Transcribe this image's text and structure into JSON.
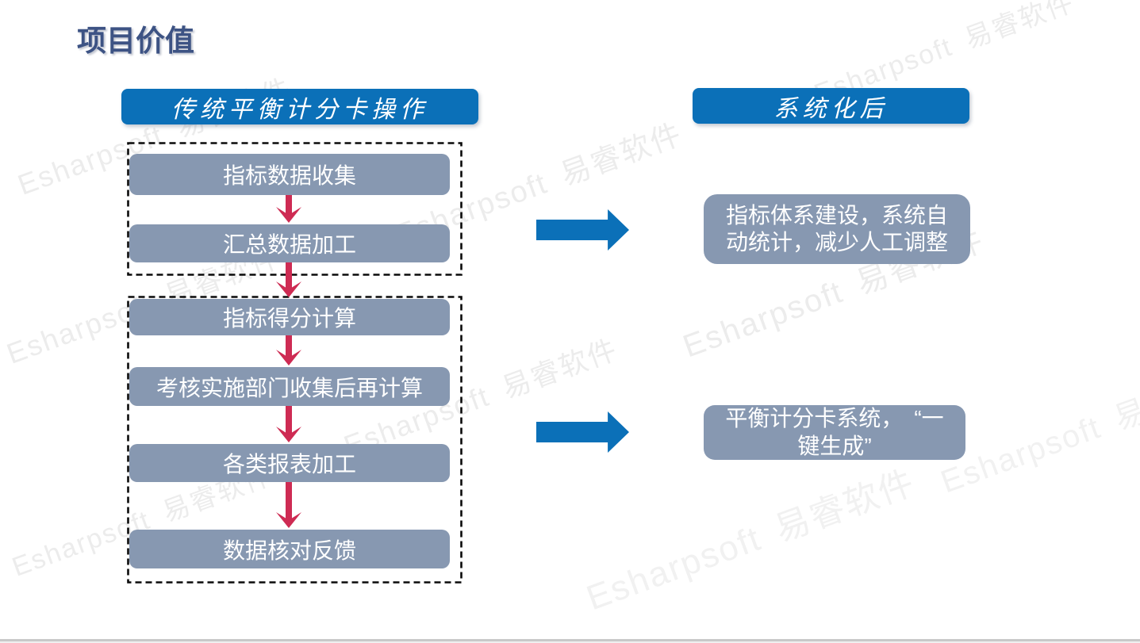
{
  "title": "项目价值",
  "watermark": {
    "text": "Esharpsoft 易睿软件"
  },
  "left_panel": {
    "header": "传统平衡计分卡操作",
    "groups": [
      {
        "steps": [
          "指标数据收集",
          "汇总数据加工"
        ]
      },
      {
        "steps": [
          "指标得分计算",
          "考核实施部门收集后再计算",
          "各类报表加工",
          "数据核对反馈"
        ]
      }
    ]
  },
  "right_panel": {
    "header": "系统化后",
    "results": [
      "指标体系建设，系统自动统计，减少人工调整",
      "平衡计分卡系统，　“一键生成”"
    ]
  },
  "colors": {
    "header_blue": "#0b70b8",
    "box_gray": "#8798b1",
    "arrow_red": "#ce2b53",
    "arrow_blue": "#0b70b8",
    "title_color": "#3d5384"
  }
}
